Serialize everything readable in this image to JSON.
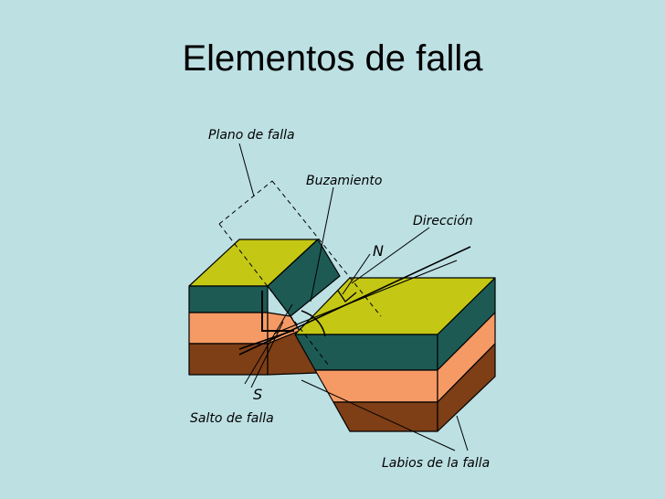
{
  "title": "Elementos de falla",
  "labels": {
    "plano": "Plano de falla",
    "buzamiento": "Buzamiento",
    "direccion": "Dirección",
    "norte": "N",
    "sur": "S",
    "salto": "Salto de falla",
    "labios": "Labios de la falla"
  },
  "colors": {
    "background": "#bde0e3",
    "top_surface": "#c4c814",
    "dark_green_layer": "#1d5a54",
    "orange_layer": "#f59a64",
    "brown_layer": "#7e3e16"
  }
}
